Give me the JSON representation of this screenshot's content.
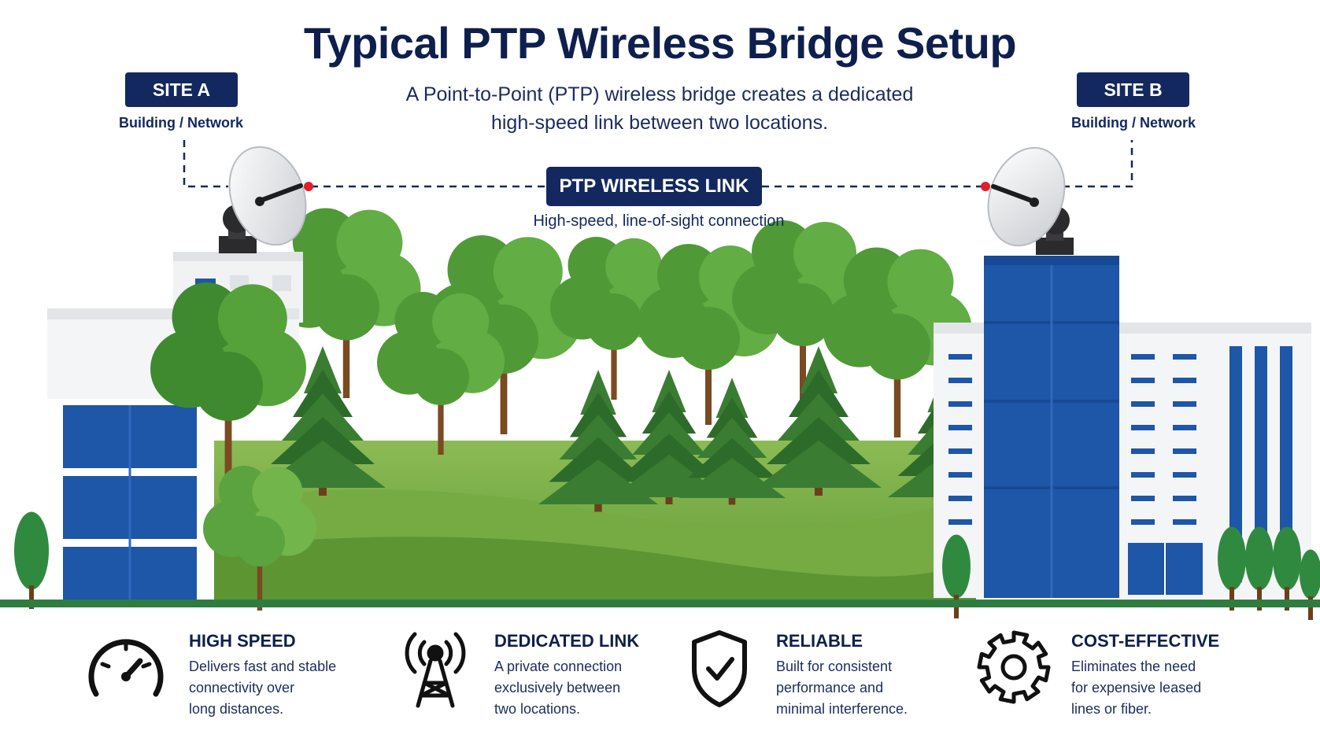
{
  "title": "Typical PTP Wireless Bridge Setup",
  "subtitle_line1": "A Point-to-Point (PTP) wireless bridge creates a dedicated",
  "subtitle_line2": "high-speed link between two locations.",
  "site_a": {
    "label": "SITE A",
    "caption": "Building / Network"
  },
  "site_b": {
    "label": "SITE B",
    "caption": "Building / Network"
  },
  "link": {
    "label": "PTP WIRELESS LINK",
    "caption": "High-speed, line-of-sight connection"
  },
  "colors": {
    "navy": "#13285e",
    "blue": "#1e56a8",
    "green": "#3f8a2e",
    "grass": "#6ea23e",
    "link_dot": "#e0202a"
  },
  "features": [
    {
      "icon": "speedometer-icon",
      "title": "HIGH SPEED",
      "lines": [
        "Delivers fast and stable",
        "connectivity over",
        "long distances."
      ]
    },
    {
      "icon": "radio-tower-icon",
      "title": "DEDICATED LINK",
      "lines": [
        "A private connection",
        "exclusively between",
        "two locations."
      ]
    },
    {
      "icon": "shield-check-icon",
      "title": "RELIABLE",
      "lines": [
        "Built for consistent",
        "performance and",
        "minimal interference."
      ]
    },
    {
      "icon": "gear-icon",
      "title": "COST-EFFECTIVE",
      "lines": [
        "Eliminates the need",
        "for expensive leased",
        "lines or fiber."
      ]
    }
  ]
}
